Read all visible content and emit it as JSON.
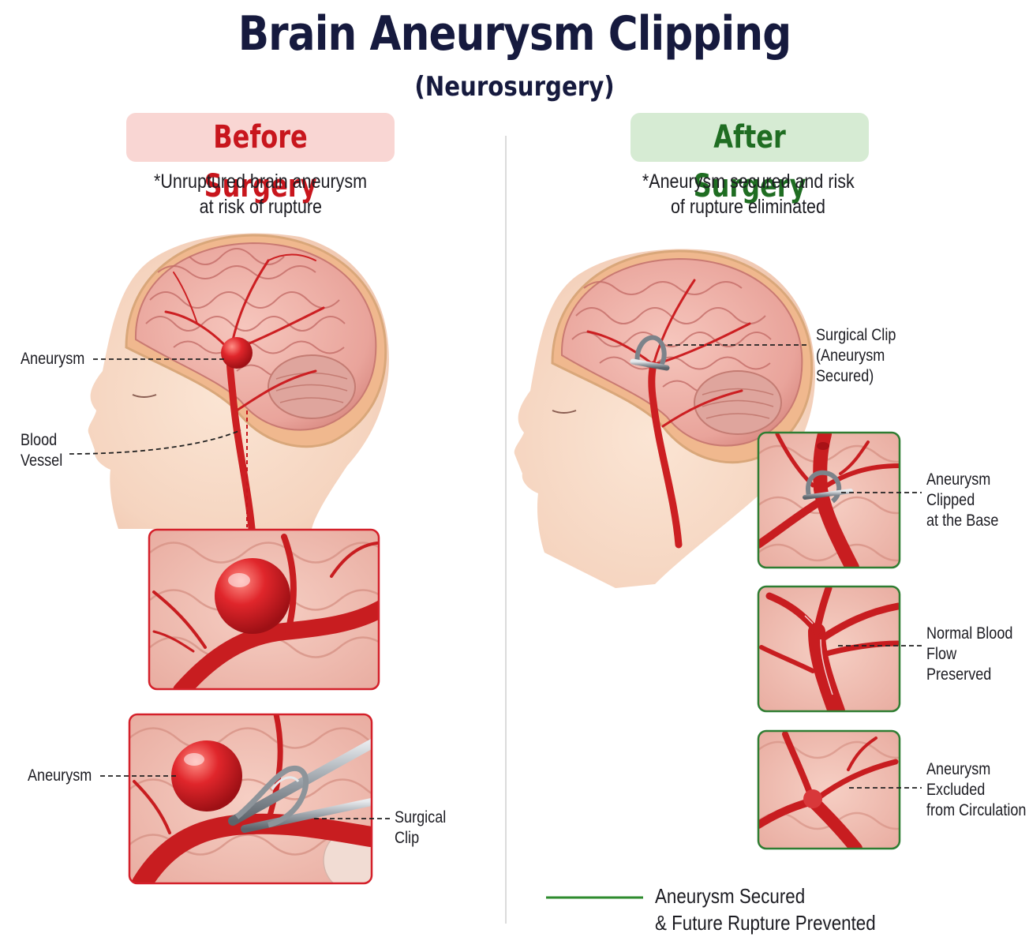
{
  "title": "Brain Aneurysm Clipping",
  "subtitle": "(Neurosurgery)",
  "before": {
    "heading": "Before Surgery",
    "note_line1": "*Unruptured brain aneurysm",
    "note_line2": "at risk of rupture",
    "labels": {
      "aneurysm": "Aneurysm",
      "blood_vessel_1": "Blood",
      "blood_vessel_2": "Vessel",
      "aneurysm_2": "Aneurysm",
      "surgical_clip_1": "Surgical",
      "surgical_clip_2": "Clip"
    },
    "accent": "#c8161d",
    "panel_bg": "#f9d6d3"
  },
  "after": {
    "heading": "After Surgery",
    "note_line1": "*Aneurysm secured and risk",
    "note_line2": "of rupture eliminated",
    "labels": {
      "clip_1": "Surgical Clip",
      "clip_2": "(Aneurysm",
      "clip_3": "Secured)",
      "clipped_1": "Aneurysm",
      "clipped_2": "Clipped",
      "clipped_3": "at the Base",
      "flow_1": "Normal Blood",
      "flow_2": "Flow",
      "flow_3": "Preserved",
      "excluded_1": "Aneurysm",
      "excluded_2": "Excluded",
      "excluded_3": "from Circulation"
    },
    "accent": "#1f6d22",
    "panel_bg": "#d6ebd3"
  },
  "legend": {
    "line1": "Aneurysm Secured",
    "line2": "& Future Rupture Prevented",
    "color": "#2e8b2e"
  },
  "icons": [
    "head-illustration",
    "brain-illustration",
    "aneurysm-bulge",
    "surgical-clip-icon",
    "blood-vessel"
  ]
}
